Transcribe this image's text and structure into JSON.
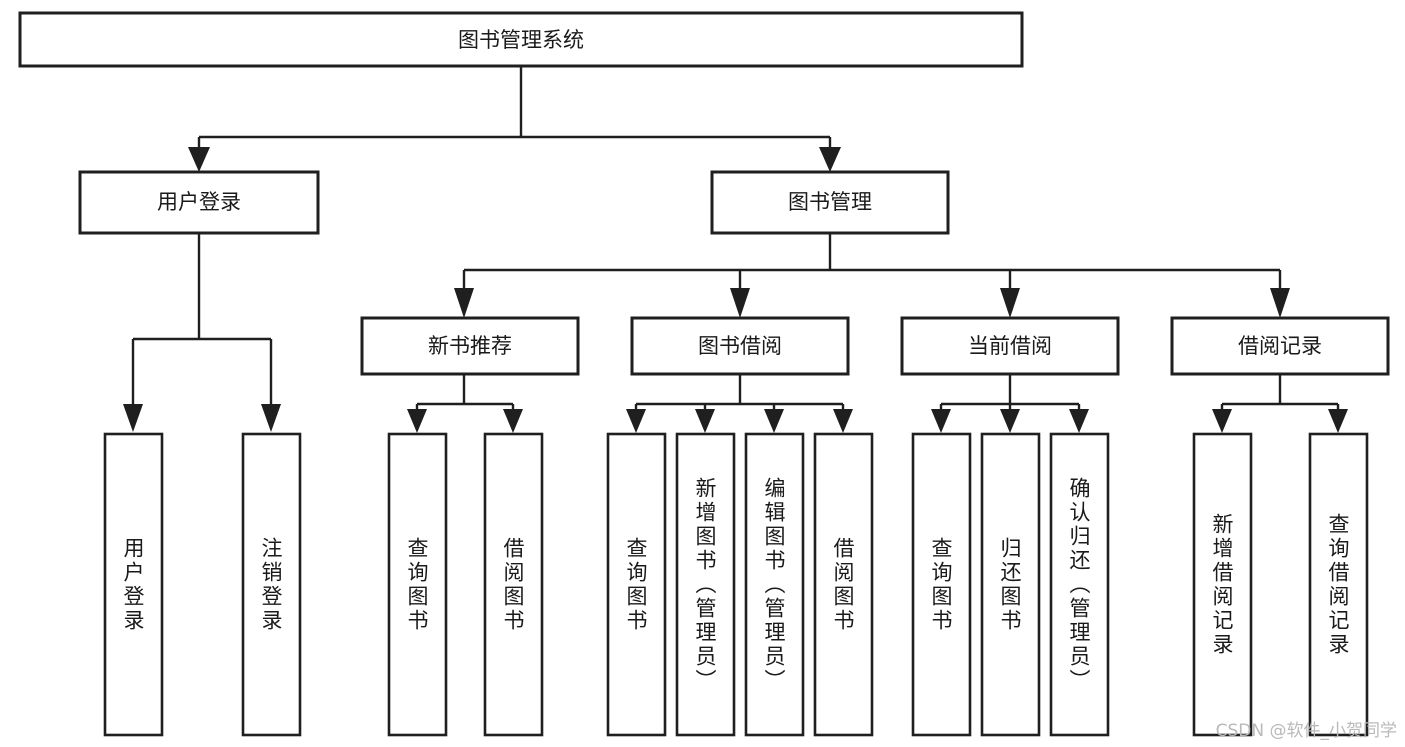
{
  "diagram": {
    "title": "图书管理系统",
    "type": "tree-hierarchy-flowchart",
    "watermark": "CSDN @软件_小贺同学",
    "colors": {
      "background": "#ffffff",
      "stroke": "#1f1f1f",
      "box_fill": "#ffffff",
      "text": "#1a1a1a",
      "watermark": "#b9b9b9"
    },
    "levels": {
      "root": "图书管理系统",
      "level2": [
        "用户登录",
        "图书管理"
      ],
      "level3": [
        "新书推荐",
        "图书借阅",
        "当前借阅",
        "借阅记录"
      ]
    },
    "nodes": {
      "root": {
        "label": "图书管理系统",
        "orientation": "horizontal"
      },
      "user_login": {
        "label": "用户登录",
        "orientation": "horizontal"
      },
      "book_manage": {
        "label": "图书管理",
        "orientation": "horizontal"
      },
      "new_book_rec": {
        "label": "新书推荐",
        "orientation": "horizontal"
      },
      "book_borrow": {
        "label": "图书借阅",
        "orientation": "horizontal"
      },
      "current_borrow": {
        "label": "当前借阅",
        "orientation": "horizontal"
      },
      "borrow_record": {
        "label": "借阅记录",
        "orientation": "horizontal"
      },
      "leaf_user_login": {
        "label": "用户登录",
        "orientation": "vertical"
      },
      "leaf_logout": {
        "label": "注销登录",
        "orientation": "vertical"
      },
      "leaf_query_book_1": {
        "label": "查询图书",
        "orientation": "vertical"
      },
      "leaf_borrow_book_1": {
        "label": "借阅图书",
        "orientation": "vertical"
      },
      "leaf_query_book_2": {
        "label": "查询图书",
        "orientation": "vertical"
      },
      "leaf_add_book": {
        "label": "新增图书（管理员）",
        "orientation": "vertical"
      },
      "leaf_edit_book": {
        "label": "编辑图书（管理员）",
        "orientation": "vertical"
      },
      "leaf_borrow_book_2": {
        "label": "借阅图书",
        "orientation": "vertical"
      },
      "leaf_query_book_3": {
        "label": "查询图书",
        "orientation": "vertical"
      },
      "leaf_return_book": {
        "label": "归还图书",
        "orientation": "vertical"
      },
      "leaf_confirm_return": {
        "label": "确认归还（管理员）",
        "orientation": "vertical"
      },
      "leaf_add_record": {
        "label": "新增借阅记录",
        "orientation": "vertical"
      },
      "leaf_query_record": {
        "label": "查询借阅记录",
        "orientation": "vertical"
      }
    },
    "edges": [
      {
        "from": "图书管理系统",
        "to": "用户登录"
      },
      {
        "from": "图书管理系统",
        "to": "图书管理"
      },
      {
        "from": "图书管理",
        "to": "新书推荐"
      },
      {
        "from": "图书管理",
        "to": "图书借阅"
      },
      {
        "from": "图书管理",
        "to": "当前借阅"
      },
      {
        "from": "图书管理",
        "to": "借阅记录"
      },
      {
        "from": "用户登录",
        "to": "用户登录"
      },
      {
        "from": "用户登录",
        "to": "注销登录"
      },
      {
        "from": "新书推荐",
        "to": "查询图书"
      },
      {
        "from": "新书推荐",
        "to": "借阅图书"
      },
      {
        "from": "图书借阅",
        "to": "查询图书"
      },
      {
        "from": "图书借阅",
        "to": "新增图书（管理员）"
      },
      {
        "from": "图书借阅",
        "to": "编辑图书（管理员）"
      },
      {
        "from": "图书借阅",
        "to": "借阅图书"
      },
      {
        "from": "当前借阅",
        "to": "查询图书"
      },
      {
        "from": "当前借阅",
        "to": "归还图书"
      },
      {
        "from": "当前借阅",
        "to": "确认归还（管理员）"
      },
      {
        "from": "借阅记录",
        "to": "新增借阅记录"
      },
      {
        "from": "借阅记录",
        "to": "查询借阅记录"
      }
    ]
  }
}
